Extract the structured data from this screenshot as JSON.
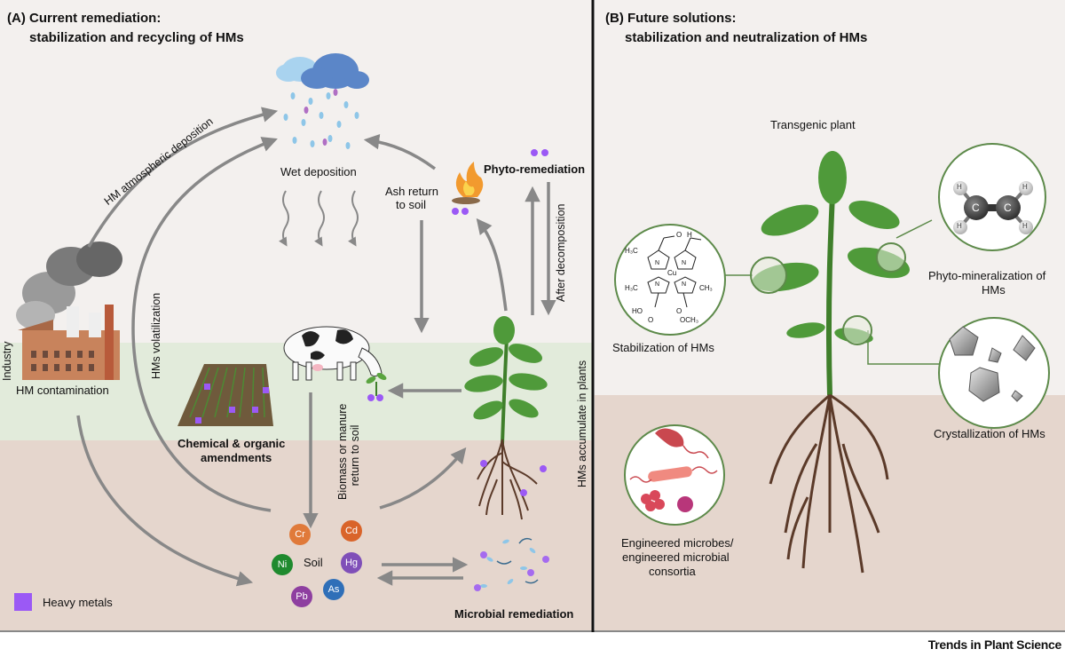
{
  "panel_a": {
    "title_line1": "(A) Current remediation:",
    "title_line2": "stabilization and recycling of HMs",
    "labels": {
      "atmospheric": "HM atmospheric deposition",
      "wet_deposition": "Wet deposition",
      "volatilization": "HMs volatilization",
      "industry": "Industry",
      "contamination": "HM contamination",
      "ash_line1": "Ash return",
      "ash_line2": "to soil",
      "phyto": "Phyto-remediation",
      "after_decomp": "After decomposition",
      "biomass_line1": "Biomass or manure",
      "biomass_line2": "return to soil",
      "hms_accumulate": "HMs accumulate in plants",
      "chem_line1": "Chemical & organic",
      "chem_line2": "amendments",
      "soil": "Soil",
      "microbial": "Microbial remediation",
      "legend": "Heavy metals"
    },
    "metals": [
      "Cr",
      "Cd",
      "Ni",
      "Hg",
      "Pb",
      "As"
    ]
  },
  "panel_b": {
    "title_line1": "(B) Future solutions:",
    "title_line2": "stabilization and neutralization of HMs",
    "labels": {
      "transgenic": "Transgenic plant",
      "stabilization": "Stabilization of HMs",
      "phyto_min_line1": "Phyto-mineralization of",
      "phyto_min_line2": "HMs",
      "crystallization": "Crystallization of HMs",
      "microbes_line1": "Engineered microbes/",
      "microbes_line2": "engineered microbial",
      "microbes_line3": "consortia"
    },
    "molecule_atoms": [
      "C",
      "C",
      "H",
      "H",
      "H",
      "H"
    ],
    "chem_labels": [
      "O",
      "H",
      "H₃C",
      "N",
      "N",
      "Cu",
      "N",
      "N",
      "CH₃",
      "H₃C",
      "HO",
      "O",
      "O",
      "OCH₃"
    ]
  },
  "credit": "Trends in Plant Science",
  "colors": {
    "sky": "#f3f0ee",
    "ground_green": "#e2ebdb",
    "soil": "#e5d6cd",
    "arrow": "#888888",
    "heavy_metal": "#9b59f5",
    "leaf": "#4f9a3a",
    "root": "#5b3a29",
    "metal_cr": "#e07a3a",
    "metal_cd": "#d9642a",
    "metal_ni": "#1f8a2e",
    "metal_hg": "#7f4fb8",
    "metal_pb": "#8e3fa0",
    "metal_as": "#2f6fb8"
  }
}
